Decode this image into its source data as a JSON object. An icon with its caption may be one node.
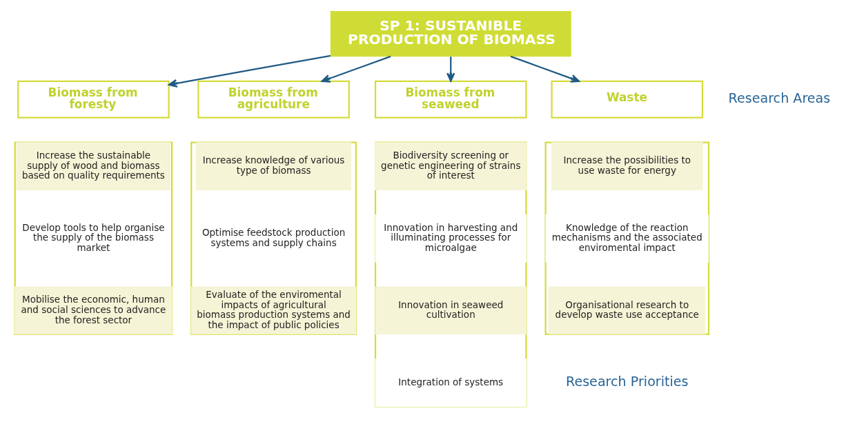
{
  "diagram": {
    "nodes": [
      {
        "text": [
          "SP 1: SUSTANIBLE PRODUCTION OF BIOMASS"
        ]
      },
      {
        "text": [
          "Biomass from foresty"
        ]
      },
      {
        "text": [
          "Biomass from agriculture"
        ]
      },
      {
        "text": [
          "Biomass from seaweed"
        ]
      },
      {
        "text": [
          "Waste"
        ]
      },
      {
        "text": [],
        "shape": "box"
      },
      {
        "text": [
          "Increase the sustainable supply of wood and biomass based on quality requirements"
        ],
        "in": 5
      },
      {
        "text": [
          "Develop tools to help organise the supply of the biomass market"
        ],
        "in": 5
      },
      {
        "text": [
          "Mobilise the economic, human and social sciences to advance the forest sector"
        ],
        "in": 5
      },
      {
        "text": [],
        "shape": "box"
      },
      {
        "text": [
          "Increase knowledge of various type of biomass"
        ],
        "in": 9
      },
      {
        "text": [
          "Optimise feedstock production systems and supply chains"
        ],
        "in": 9
      },
      {
        "text": [
          "Evaluate of the enviromental impacts of agricultural biomass production systems and the impact of public policies"
        ],
        "in": 9
      },
      {
        "text": [],
        "shape": "box"
      },
      {
        "text": [
          "Biodiversity screening or genetic engineering of strains of interest"
        ],
        "in": 13
      },
      {
        "text": [
          "Innovation in harvesting and illuminating processes for microalgae"
        ],
        "in": 13
      },
      {
        "text": [
          "Innovation in seaweed cultivation"
        ],
        "in": 13
      },
      {
        "text": [
          "Integration of systems"
        ],
        "in": 13
      },
      {
        "text": [],
        "shape": "box"
      },
      {
        "text": [
          "Increase the possibilities to use waste for energy"
        ],
        "in": 18
      },
      {
        "text": [
          "Knowledge of the reaction mechanisms and the associated enviromental impact"
        ],
        "in": 18
      },
      {
        "text": [
          "Organisational research to develop waste use acceptance"
        ],
        "in": 18
      }
    ],
    "edges": [
      {
        "from": 0,
        "to": 1,
        "arrow": "to"
      },
      {
        "from": 0,
        "to": 2,
        "arrow": "to"
      },
      {
        "from": 0,
        "to": 3,
        "arrow": "to"
      },
      {
        "from": 0,
        "to": 4,
        "arrow": "to"
      }
    ],
    "labels": [
      "Research Areas",
      "Research Priorities"
    ]
  }
}
